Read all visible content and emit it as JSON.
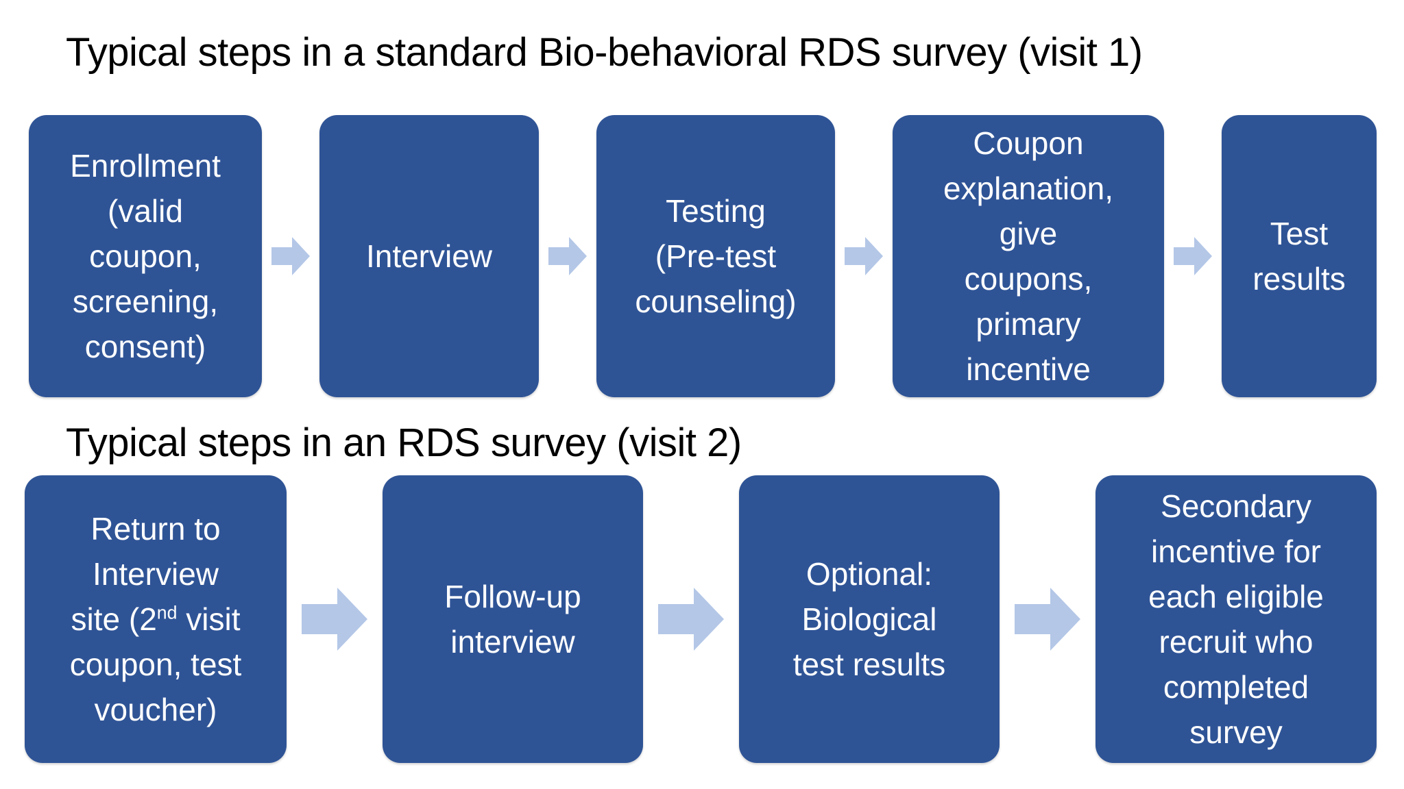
{
  "diagram": {
    "background_color": "#FFFFFF",
    "box_color": "#2F5496",
    "box_text_color": "#FFFFFF",
    "arrow_color": "#B4C7E7",
    "title_color": "#000000",
    "sections": [
      {
        "id": "visit-1",
        "title": "Typical steps in a standard Bio-behavioral RDS survey (visit 1)",
        "steps": [
          {
            "id": "enrollment",
            "label": "Enrollment\n(valid\ncoupon,\nscreening,\nconsent)"
          },
          {
            "id": "interview",
            "label": "Interview"
          },
          {
            "id": "testing",
            "label": "Testing\n(Pre-test\ncounseling)"
          },
          {
            "id": "coupon-explanation",
            "label": "Coupon\nexplanation,\ngive\ncoupons,\nprimary\nincentive"
          },
          {
            "id": "test-results",
            "label": "Test\nresults"
          }
        ]
      },
      {
        "id": "visit-2",
        "title": "Typical steps in an RDS survey (visit 2)",
        "steps": [
          {
            "id": "return-to-site",
            "label_prefix": "Return to\nInterview\nsite (2",
            "label_sup": "nd",
            "label_suffix": " visit\ncoupon, test\nvoucher)"
          },
          {
            "id": "followup-interview",
            "label": "Follow-up\ninterview"
          },
          {
            "id": "optional-bio",
            "label": "Optional:\nBiological\ntest results"
          },
          {
            "id": "secondary-incentive",
            "label": "Secondary\nincentive for\neach eligible\nrecruit who\ncompleted\nsurvey"
          }
        ]
      }
    ]
  }
}
